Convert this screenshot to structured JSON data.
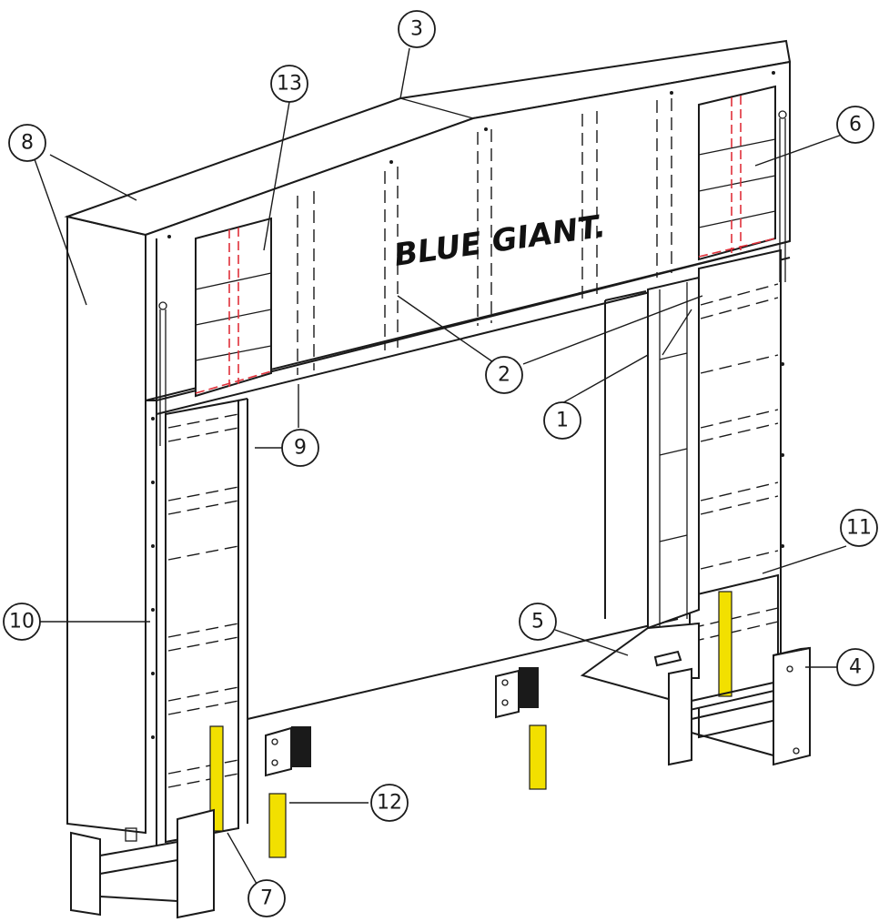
{
  "brand": {
    "logo_text": "BLUE GIANT."
  },
  "colors": {
    "warning_yellow": "#f2e000",
    "seam_red": "#e0303a",
    "line": "#1a1a1a"
  },
  "callouts": [
    {
      "id": "c1",
      "label": "1"
    },
    {
      "id": "c2",
      "label": "2"
    },
    {
      "id": "c3",
      "label": "3"
    },
    {
      "id": "c4",
      "label": "4"
    },
    {
      "id": "c5",
      "label": "5"
    },
    {
      "id": "c6",
      "label": "6"
    },
    {
      "id": "c7",
      "label": "7"
    },
    {
      "id": "c8",
      "label": "8"
    },
    {
      "id": "c9",
      "label": "9"
    },
    {
      "id": "c10",
      "label": "10"
    },
    {
      "id": "c11",
      "label": "11"
    },
    {
      "id": "c12",
      "label": "12"
    },
    {
      "id": "c13",
      "label": "13"
    }
  ]
}
